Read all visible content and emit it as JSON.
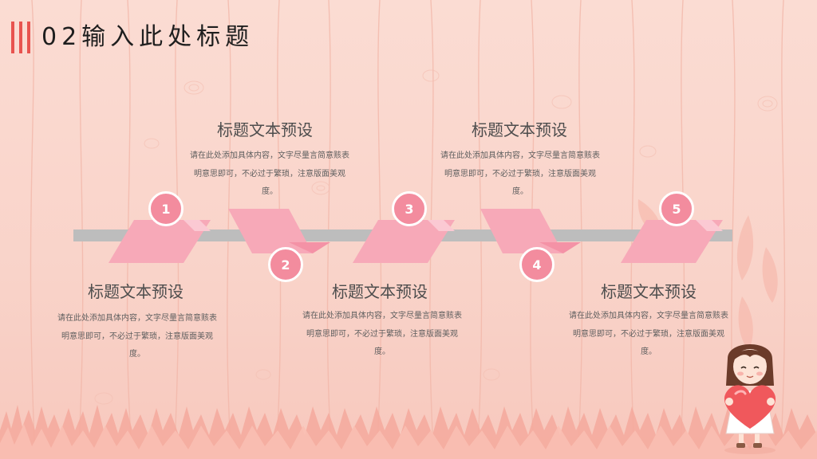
{
  "header": {
    "title": "02输入此处标题"
  },
  "timeline": {
    "items": [
      {
        "number": "1",
        "title": "标题文本预设",
        "desc": "请在此处添加具体内容，文字尽量言简意赅表明意思即可，不必过于繁琐，注意版面美观度。"
      },
      {
        "number": "2",
        "title": "标题文本预设",
        "desc": "请在此处添加具体内容，文字尽量言简意赅表明意思即可，不必过于繁琐，注意版面美观度。"
      },
      {
        "number": "3",
        "title": "标题文本预设",
        "desc": "请在此处添加具体内容，文字尽量言简意赅表明意思即可，不必过于繁琐，注意版面美观度。"
      },
      {
        "number": "4",
        "title": "标题文本预设",
        "desc": "请在此处添加具体内容，文字尽量言简意赅表明意思即可，不必过于繁琐，注意版面美观度。"
      },
      {
        "number": "5",
        "title": "标题文本预设",
        "desc": "请在此处添加具体内容，文字尽量言简意赅表明意思即可，不必过于繁琐，注意版面美观度。"
      }
    ]
  },
  "colors": {
    "accent": "#e8534f",
    "ribbon": "#f7a9b8",
    "ribbon_light": "#fbc9d3",
    "badge": "#f38c9e",
    "track": "#bdbdbd"
  },
  "decor": {
    "background": "pink-wood-plank-pattern",
    "footer": "pink-grass",
    "character": "girl-holding-heart"
  }
}
